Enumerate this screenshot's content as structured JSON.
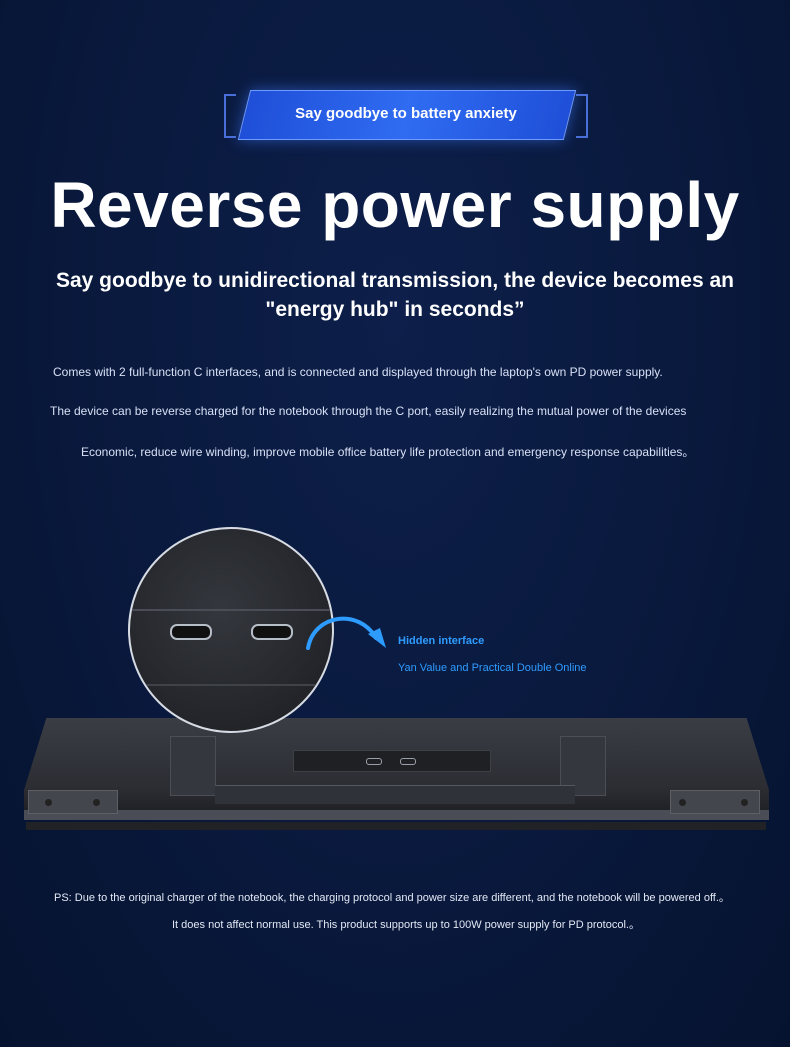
{
  "banner": {
    "text": "Say goodbye to battery anxiety"
  },
  "title": "Reverse power supply",
  "subtitle": "Say goodbye to unidirectional transmission, the device becomes an \"energy hub\" in seconds”",
  "descriptions": [
    "Comes with 2 full-function C interfaces, and is connected and displayed through the laptop's own PD power supply.",
    "The device can be reverse charged for the notebook through the C port, easily realizing the mutual power of the devices",
    "Economic, reduce wire winding, improve mobile office battery life protection and emergency response capabilities。"
  ],
  "callout": {
    "label": "Hidden interface",
    "sublabel": "Yan Value and Practical Double Online"
  },
  "notes": [
    "PS: Due to the original charger of the notebook, the charging protocol and power size are different, and the notebook will be powered off.。",
    "It does not affect normal use. This product supports up to 100W power supply for PD protocol.。"
  ],
  "colors": {
    "background": "#0a1a3f",
    "banner": "#2f6cf2",
    "accent": "#2e9cff"
  }
}
